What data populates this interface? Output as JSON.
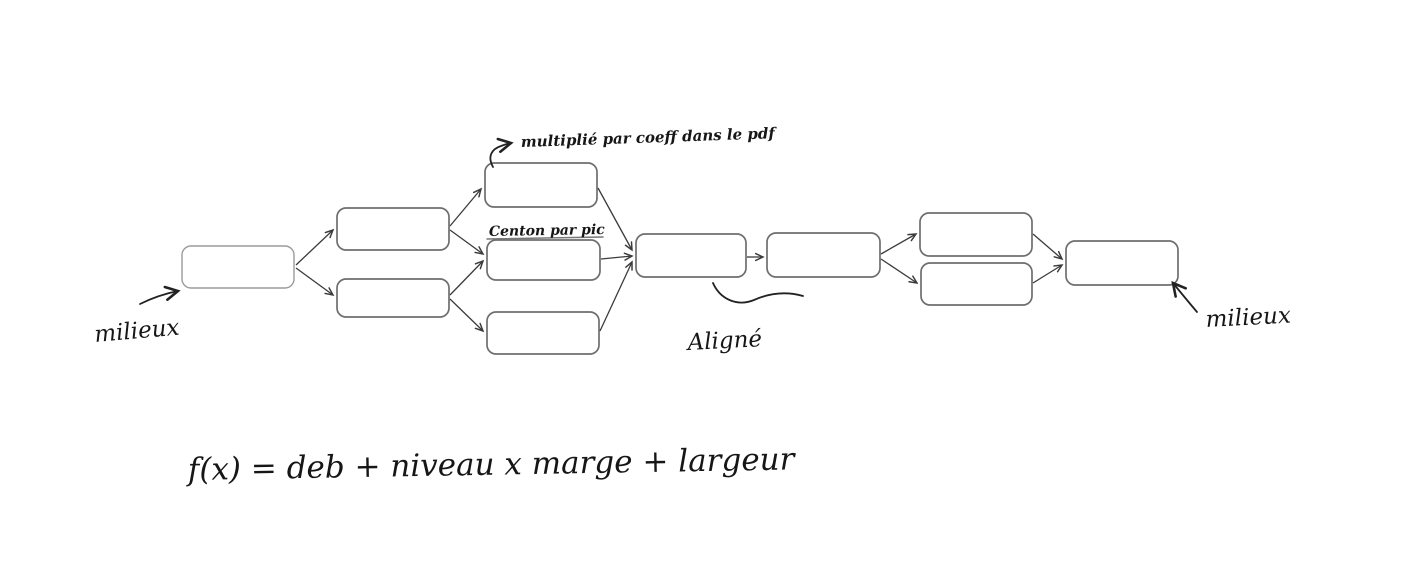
{
  "colors": {
    "background": "#ffffff",
    "ink": "#1c1c1c",
    "box_stroke": "#6e6e6e",
    "box_stroke_light": "#9b9b9b",
    "arrow": "#3b3b3b"
  },
  "annotations": {
    "top_note": "multiplié par coeff dans le pdf",
    "middle_note": "Centon par pic",
    "left_label": "milieux",
    "right_label": "milieux",
    "align_label": "Aligné",
    "formula": "f(x) = deb + niveau x marge + largeur"
  },
  "graph": {
    "type": "hand-drawn-flowchart",
    "nodes": [
      {
        "id": "start",
        "label": ""
      },
      {
        "id": "level2-top",
        "label": ""
      },
      {
        "id": "level2-bottom",
        "label": ""
      },
      {
        "id": "level3-top",
        "label": ""
      },
      {
        "id": "level3-middle",
        "label": ""
      },
      {
        "id": "level3-bottom",
        "label": ""
      },
      {
        "id": "merge",
        "label": ""
      },
      {
        "id": "next",
        "label": ""
      },
      {
        "id": "level6-top",
        "label": ""
      },
      {
        "id": "level6-bottom",
        "label": ""
      },
      {
        "id": "end",
        "label": ""
      }
    ],
    "edges": [
      [
        "start",
        "level2-top"
      ],
      [
        "start",
        "level2-bottom"
      ],
      [
        "level2-top",
        "level3-top"
      ],
      [
        "level2-top",
        "level3-middle"
      ],
      [
        "level2-bottom",
        "level3-middle"
      ],
      [
        "level2-bottom",
        "level3-bottom"
      ],
      [
        "level3-top",
        "merge"
      ],
      [
        "level3-middle",
        "merge"
      ],
      [
        "level3-bottom",
        "merge"
      ],
      [
        "merge",
        "next"
      ],
      [
        "next",
        "level6-top"
      ],
      [
        "next",
        "level6-bottom"
      ],
      [
        "level6-top",
        "end"
      ],
      [
        "level6-bottom",
        "end"
      ]
    ],
    "note_targets": {
      "top_note": "level3-top",
      "middle_note": "level3-middle",
      "left_label": "start",
      "right_label": "end",
      "align_label": "merge"
    }
  }
}
